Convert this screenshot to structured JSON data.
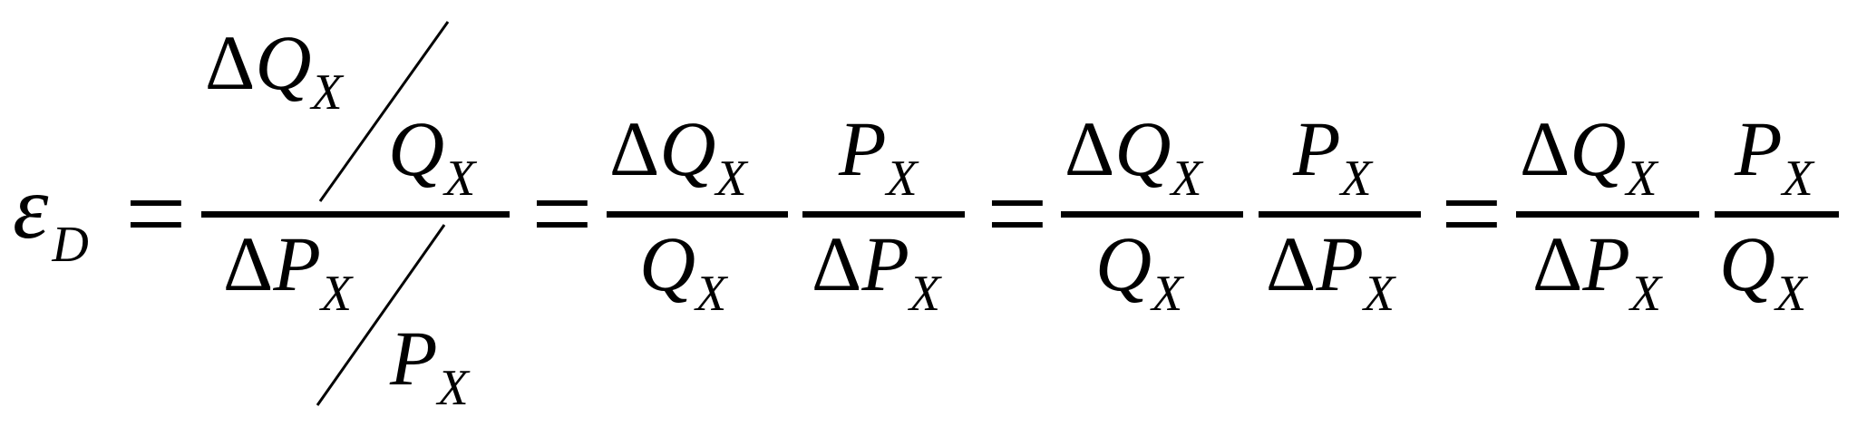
{
  "equation": {
    "lhs_symbol": "ε",
    "lhs_subscript": "D",
    "equals": "=",
    "delta": "Δ",
    "quantity": "Q",
    "price": "P",
    "subscript": "X"
  },
  "colors": {
    "ink": "#000000",
    "background": "#ffffff"
  }
}
